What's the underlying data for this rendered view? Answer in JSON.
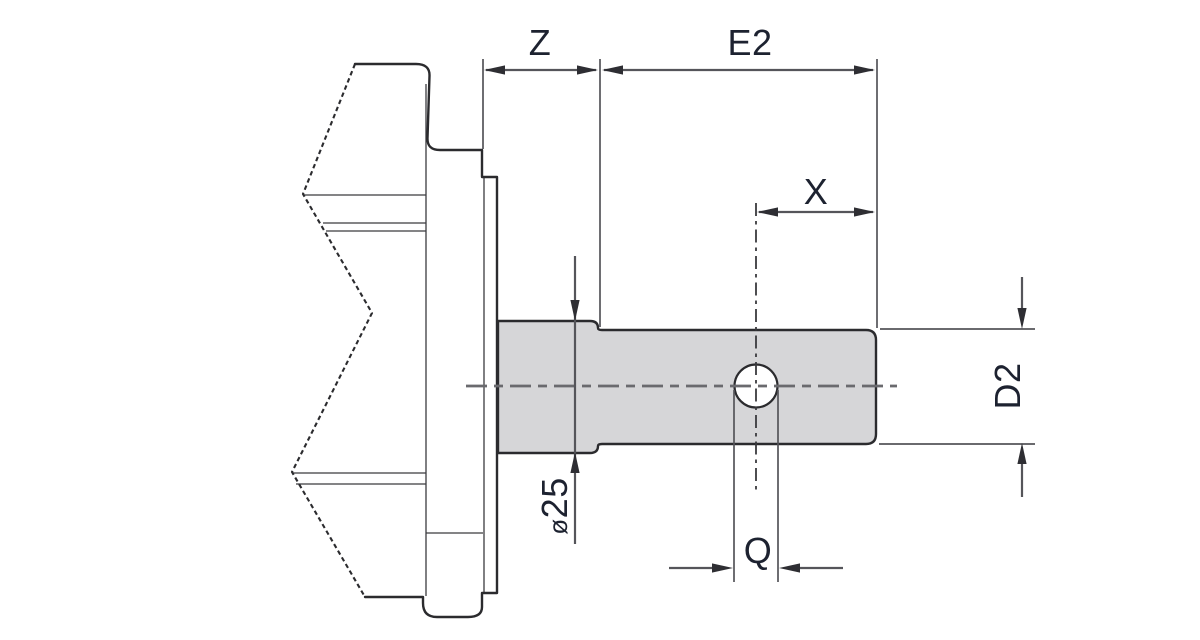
{
  "drawing": {
    "labels": {
      "z": "Z",
      "e2": "E2",
      "x": "X",
      "d2": "D2",
      "q": "Q",
      "dia_symbol": "ø",
      "dia_value": "25"
    },
    "colors": {
      "background": "#ffffff",
      "outline": "#2b2b2e",
      "shaft_fill": "#d6d6d8",
      "dimension_line": "#55555a",
      "centerline": "#6a6a6e",
      "label_text": "#1d2230"
    }
  }
}
